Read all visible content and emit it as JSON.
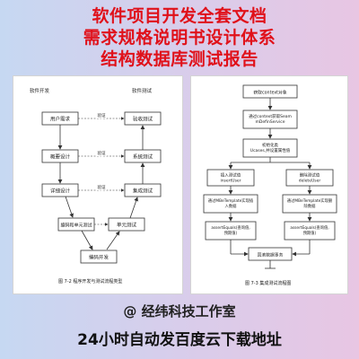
{
  "header": {
    "line1": "软件项目开发全套文档",
    "line2": "需求规格说明书设计体系",
    "line3": "结构数据库测试报告"
  },
  "left_doc": {
    "col_left_title": "软件开发",
    "col_right_title": "软件测试",
    "boxes": {
      "req_analysis": "用户需求",
      "outline_design": "概要设计",
      "detail_design": "详细设计",
      "unit_coding": "编码和单元测试",
      "code_dev": "编码开发",
      "acceptance_test": "验收测试",
      "system_test": "系统测试",
      "integration_test": "集成测试",
      "unit_test": "单元测试"
    },
    "link_label": "验证",
    "caption": "图 7-2 程序开发与测试流程类型"
  },
  "right_doc": {
    "boxes": {
      "step1": "获取context对象",
      "step2": "通过context获取Seam\nmDefinService",
      "step3": "初始化类\nUcases,并设置属性值",
      "insert": "插入测试值\ninsertUser",
      "delete": "删除测试值\ndeleteUser",
      "insert_tpl": "通过MBeTemplate实现插\n入数据",
      "delete_tpl": "通过MBeTemplate实现删\n除数据",
      "assert_insert": "assertEquals(查询值,\n预期值)",
      "assert_delete": "assertEquals(查询值,\n预期值)",
      "close": "回滚数据事务"
    },
    "caption": "图 7-3 集成测试流程图"
  },
  "studio": "@ 经纬科技工作室",
  "bottom": "24小时自动发百度云下载地址"
}
